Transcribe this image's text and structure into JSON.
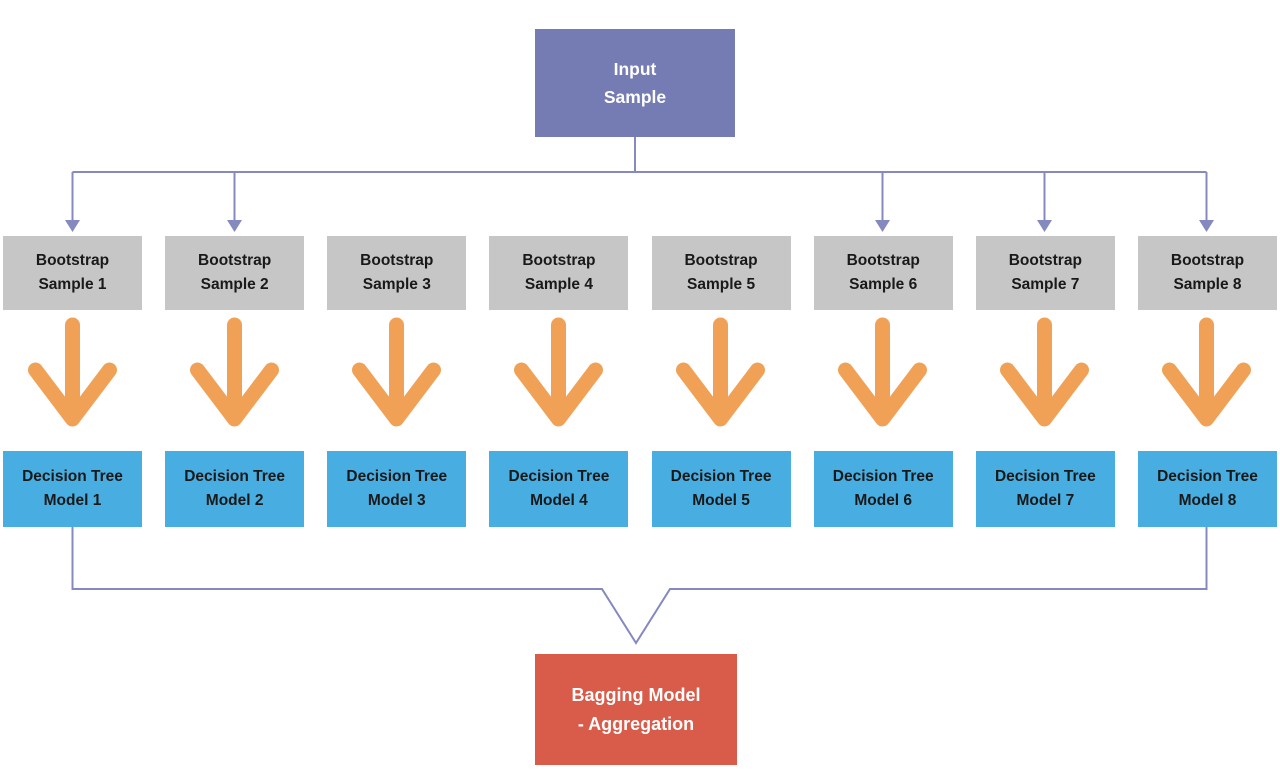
{
  "diagram": {
    "input_box": {
      "line1": "Input",
      "line2": "Sample"
    },
    "bootstrap_row": [
      {
        "line1": "Bootstrap",
        "line2": "Sample 1"
      },
      {
        "line1": "Bootstrap",
        "line2": "Sample 2"
      },
      {
        "line1": "Bootstrap",
        "line2": "Sample 3"
      },
      {
        "line1": "Bootstrap",
        "line2": "Sample 4"
      },
      {
        "line1": "Bootstrap",
        "line2": "Sample 5"
      },
      {
        "line1": "Bootstrap",
        "line2": "Sample 6"
      },
      {
        "line1": "Bootstrap",
        "line2": "Sample 7"
      },
      {
        "line1": "Bootstrap",
        "line2": "Sample 8"
      }
    ],
    "model_row": [
      {
        "line1": "Decision Tree",
        "line2": "Model 1"
      },
      {
        "line1": "Decision Tree",
        "line2": "Model 2"
      },
      {
        "line1": "Decision Tree",
        "line2": "Model 3"
      },
      {
        "line1": "Decision Tree",
        "line2": "Model 4"
      },
      {
        "line1": "Decision Tree",
        "line2": "Model 5"
      },
      {
        "line1": "Decision Tree",
        "line2": "Model 6"
      },
      {
        "line1": "Decision Tree",
        "line2": "Model 7"
      },
      {
        "line1": "Decision Tree",
        "line2": "Model 8"
      }
    ],
    "output_box": {
      "line1": "Bagging Model",
      "line2": "- Aggregation"
    }
  },
  "colors": {
    "background": "#ffffff",
    "input-box": "#757bb3",
    "sample-box": "#c6c6c6",
    "model-box": "#48ade0",
    "output-box": "#d95b4a",
    "big-arrow": "#f0a156",
    "connector": "#8489c0",
    "text-dark": "#191919",
    "text-light": "#ffffff"
  }
}
